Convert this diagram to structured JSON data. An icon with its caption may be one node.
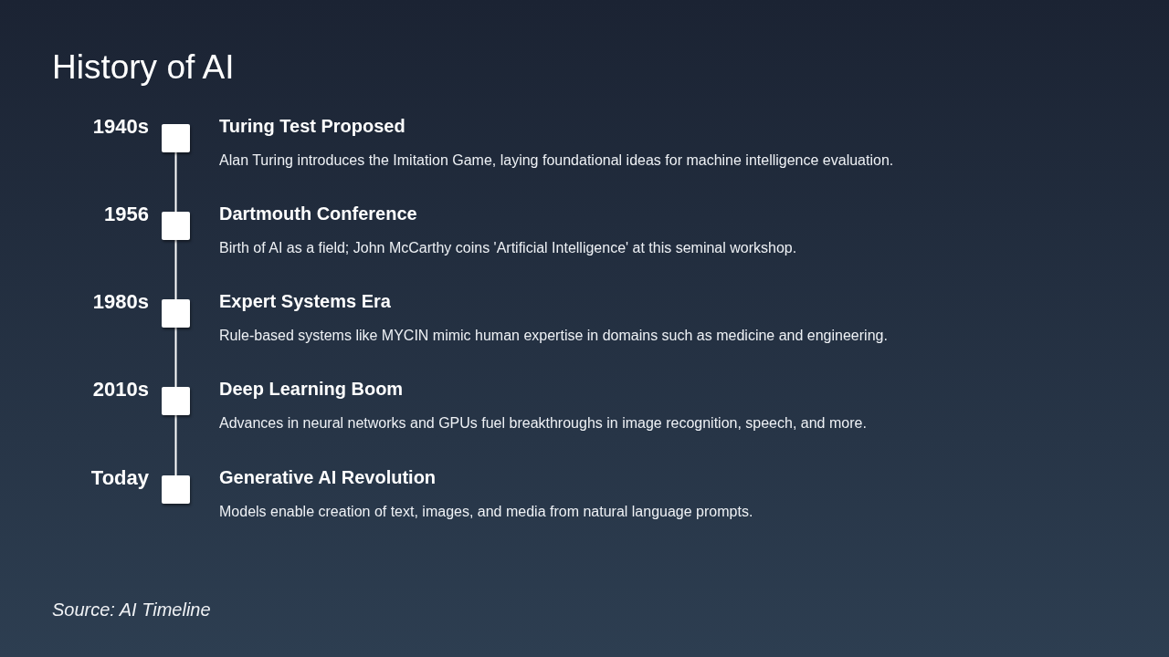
{
  "diagram": {
    "title": "History of AI",
    "nodes": [
      {
        "text": [],
        "shape": "box",
        "beside": [
          "1940s",
          "Turing Test Proposed",
          "Alan Turing introduces the Imitation Game, laying foundational ideas for machine intelligence evaluation."
        ]
      },
      {
        "text": [],
        "shape": "box",
        "beside": [
          "1956",
          "Dartmouth Conference",
          "Birth of AI as a field; John McCarthy coins 'Artificial Intelligence' at this seminal workshop."
        ]
      },
      {
        "text": [],
        "shape": "box",
        "beside": [
          "1980s",
          "Expert Systems Era",
          "Rule-based systems like MYCIN mimic human expertise in domains such as medicine and engineering."
        ]
      },
      {
        "text": [],
        "shape": "box",
        "beside": [
          "2010s",
          "Deep Learning Boom",
          "Advances in neural networks and GPUs fuel breakthroughs in image recognition, speech, and more."
        ]
      },
      {
        "text": [],
        "shape": "box",
        "beside": [
          "Today",
          "Generative AI Revolution",
          "Models enable creation of text, images, and media from natural language prompts."
        ]
      }
    ],
    "edges": [
      {
        "from": 0,
        "to": 1,
        "arrow": "none"
      },
      {
        "from": 1,
        "to": 2,
        "arrow": "none"
      },
      {
        "from": 2,
        "to": 3,
        "arrow": "none"
      },
      {
        "from": 3,
        "to": 4,
        "arrow": "none"
      }
    ],
    "caption": "Source: AI Timeline"
  }
}
